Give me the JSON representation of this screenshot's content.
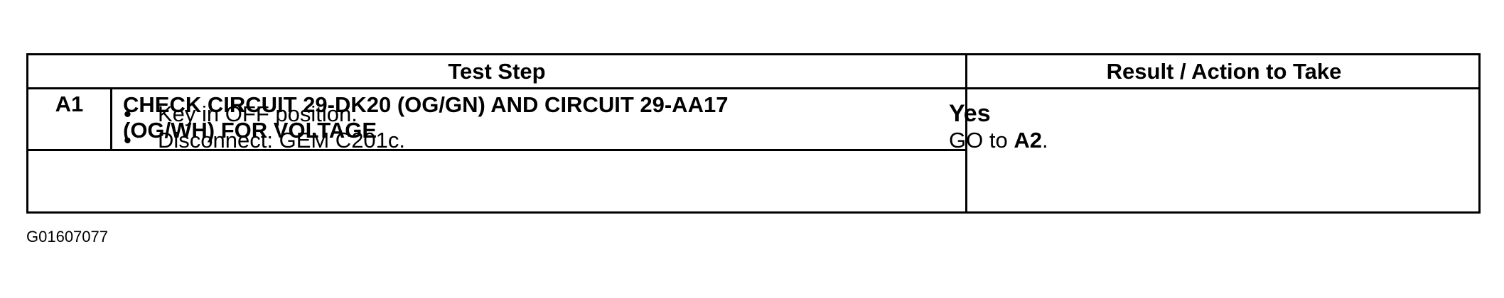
{
  "table": {
    "headers": {
      "test_step": "Test Step",
      "result_action": "Result / Action to Take"
    },
    "step": {
      "id": "A1",
      "title_line1": "CHECK CIRCUIT 29-DK20 (OG/GN) AND CIRCUIT 29-AA17",
      "title_line2": "(OG/WH) FOR VOLTAGE"
    },
    "actions": [
      "Key in OFF position.",
      "Disconnect: GEM C201c."
    ],
    "bullet_glyph": "•",
    "result": {
      "answer": "Yes",
      "go_to_prefix": "GO to ",
      "go_to_target": "A2",
      "go_to_suffix": "."
    }
  },
  "figure_id": "G01607077"
}
